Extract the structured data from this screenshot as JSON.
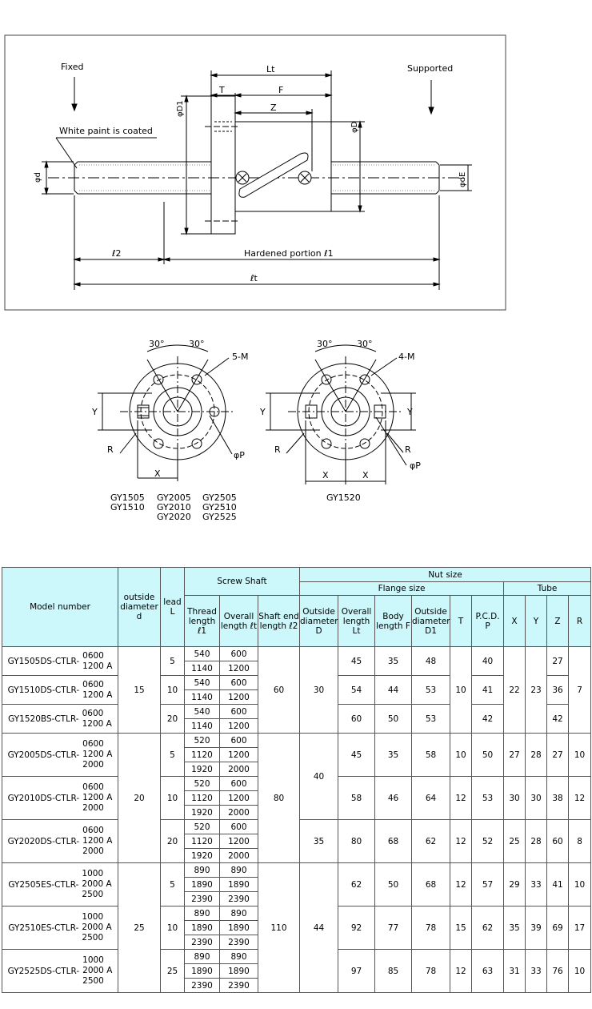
{
  "top_drawing": {
    "fixed_label": "Fixed",
    "supported_label": "Supported",
    "paint_note": "White paint is coated",
    "dim_Lt": "Lt",
    "dim_T": "T",
    "dim_F": "F",
    "dim_Z": "Z",
    "dim_D1": "φD1",
    "dim_D": "φD",
    "dim_d": "φd",
    "dim_dE": "φdE",
    "dim_l2": "ℓ2",
    "hardened_label": "Hardened portion  ℓ1",
    "dim_lt": "ℓt"
  },
  "flange_views": {
    "left": {
      "angle_left": "30°",
      "angle_right": "30°",
      "holes_label": "5-M",
      "y_label_left": "Y",
      "r_label": "R",
      "phi_p_label": "φP",
      "x_label": "X",
      "models_col1": [
        "GY1505",
        "GY1510"
      ],
      "models_col2": [
        "GY2005",
        "GY2010",
        "GY2020"
      ],
      "models_col3": [
        "GY2505",
        "GY2510",
        "GY2525"
      ]
    },
    "right": {
      "angle_left": "30°",
      "angle_right": "30°",
      "holes_label": "4-M",
      "y_label_left": "Y",
      "y_label_right": "Y",
      "r_label_left": "R",
      "r_label_right": "R",
      "phi_p_label": "φP",
      "x_label_left": "X",
      "x_label_right": "X",
      "model": "GY1520"
    }
  },
  "table": {
    "headers": {
      "model_number": "Model number",
      "outside_diameter": "outside diameter d",
      "lead": "lead L",
      "screw_shaft": "Screw Shaft",
      "nut_size": "Nut size",
      "flange_size": "Flange size",
      "tube": "Tube",
      "thread_length": "Thread length ℓ1",
      "overall_length": "Overall length ℓt",
      "shaft_end_length": "Shaft end length ℓ2",
      "outside_diameter_D": "Outside diameter D",
      "overall_length_Lt": "Overall length Lt",
      "body_length_F": "Body length F",
      "outside_diameter_D1": "Outside diameter D1",
      "T": "T",
      "pcd": "P.C.D. P",
      "X": "X",
      "Y": "Y",
      "Z": "Z",
      "R": "R"
    },
    "groups": [
      {
        "d": "15",
        "shaft_end": "60",
        "models": [
          {
            "name": "GY1505DS-CTLR-",
            "lengths": [
              "0600",
              "1200 A"
            ],
            "lead": "5",
            "thread": [
              "540",
              "1140"
            ],
            "overall": [
              "600",
              "1200"
            ],
            "Lt": "45",
            "F": "35",
            "D1": "48",
            "pcd": "40",
            "Z": "27"
          },
          {
            "name": "GY1510DS-CTLR-",
            "lengths": [
              "0600",
              "1200 A"
            ],
            "lead": "10",
            "thread": [
              "540",
              "1140"
            ],
            "overall": [
              "600",
              "1200"
            ],
            "Lt": "54",
            "F": "44",
            "D1": "53",
            "pcd": "41",
            "Z": "36"
          },
          {
            "name": "GY1520BS-CTLR-",
            "lengths": [
              "0600",
              "1200 A"
            ],
            "lead": "20",
            "thread": [
              "540",
              "1140"
            ],
            "overall": [
              "600",
              "1200"
            ],
            "Lt": "60",
            "F": "50",
            "D1": "53",
            "pcd": "42",
            "Z": "42"
          }
        ],
        "D": "30",
        "T": "10",
        "X": "22",
        "Y": "23",
        "R": "7"
      },
      {
        "d": "20",
        "shaft_end": "80",
        "models": [
          {
            "name": "GY2005DS-CTLR-",
            "lengths": [
              "0600",
              "1200 A",
              "2000"
            ],
            "lead": "5",
            "thread": [
              "520",
              "1120",
              "1920"
            ],
            "overall": [
              "600",
              "1200",
              "2000"
            ],
            "Lt": "45",
            "F": "35",
            "D1": "58",
            "T": "10",
            "pcd": "50",
            "X": "27",
            "Y": "28",
            "Z": "27",
            "R": "10"
          },
          {
            "name": "GY2010DS-CTLR-",
            "lengths": [
              "0600",
              "1200 A",
              "2000"
            ],
            "lead": "10",
            "thread": [
              "520",
              "1120",
              "1920"
            ],
            "overall": [
              "600",
              "1200",
              "2000"
            ],
            "Lt": "58",
            "F": "46",
            "D1": "64",
            "T": "12",
            "pcd": "53",
            "X": "30",
            "Y": "30",
            "Z": "38",
            "R": "12"
          },
          {
            "name": "GY2020DS-CTLR-",
            "lengths": [
              "0600",
              "1200 A",
              "2000"
            ],
            "lead": "20",
            "thread": [
              "520",
              "1120",
              "1920"
            ],
            "overall": [
              "600",
              "1200",
              "2000"
            ],
            "D": "35",
            "Lt": "80",
            "F": "68",
            "D1": "62",
            "T": "12",
            "pcd": "52",
            "X": "25",
            "Y": "28",
            "Z": "60",
            "R": "8"
          }
        ],
        "D_shared": "40"
      },
      {
        "d": "25",
        "shaft_end": "110",
        "D": "44",
        "models": [
          {
            "name": "GY2505ES-CTLR-",
            "lengths": [
              "1000",
              "2000 A",
              "2500"
            ],
            "lead": "5",
            "thread": [
              "890",
              "1890",
              "2390"
            ],
            "overall": [
              "890",
              "1890",
              "2390"
            ],
            "Lt": "62",
            "F": "50",
            "D1": "68",
            "T": "12",
            "pcd": "57",
            "X": "29",
            "Y": "33",
            "Z": "41",
            "R": "10"
          },
          {
            "name": "GY2510ES-CTLR-",
            "lengths": [
              "1000",
              "2000 A",
              "2500"
            ],
            "lead": "10",
            "thread": [
              "890",
              "1890",
              "2390"
            ],
            "overall": [
              "890",
              "1890",
              "2390"
            ],
            "Lt": "92",
            "F": "77",
            "D1": "78",
            "T": "15",
            "pcd": "62",
            "X": "35",
            "Y": "39",
            "Z": "69",
            "R": "17"
          },
          {
            "name": "GY2525DS-CTLR-",
            "lengths": [
              "1000",
              "2000 A",
              "2500"
            ],
            "lead": "25",
            "thread": [
              "890",
              "1890",
              "2390"
            ],
            "overall": [
              "890",
              "1890",
              "2390"
            ],
            "Lt": "97",
            "F": "85",
            "D1": "78",
            "T": "12",
            "pcd": "63",
            "X": "31",
            "Y": "33",
            "Z": "76",
            "R": "10"
          }
        ]
      }
    ]
  }
}
